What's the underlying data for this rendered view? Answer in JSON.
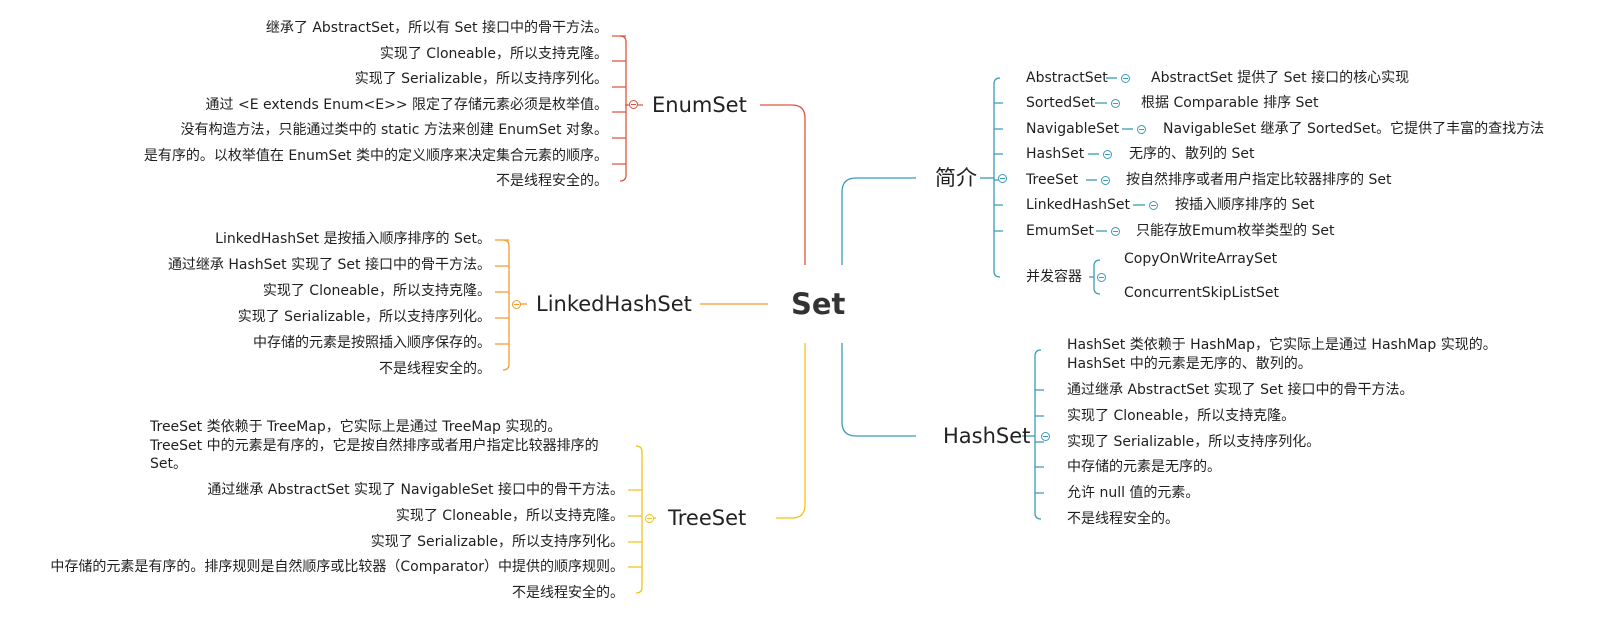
{
  "root": {
    "label": "Set"
  },
  "colors": {
    "enumset": "#e0533c",
    "linkedhashset": "#f39a2c",
    "treeset": "#f2c418",
    "intro": "#3a9cb5",
    "hashset": "#3a9cb5"
  },
  "enumset": {
    "label": "EnumSet",
    "items": [
      "继承了 AbstractSet，所以有 Set 接口中的骨干方法。",
      "实现了 Cloneable，所以支持克隆。",
      "实现了 Serializable，所以支持序列化。",
      "通过 <E extends Enum<E>> 限定了存储元素必须是枚举值。",
      "没有构造方法，只能通过类中的 static 方法来创建 EnumSet 对象。",
      "是有序的。以枚举值在 EnumSet 类中的定义顺序来决定集合元素的顺序。",
      "不是线程安全的。"
    ]
  },
  "linkedhashset": {
    "label": "LinkedHashSet",
    "items": [
      "LinkedHashSet 是按插入顺序排序的 Set。",
      "通过继承 HashSet 实现了 Set 接口中的骨干方法。",
      "实现了 Cloneable，所以支持克隆。",
      "实现了 Serializable，所以支持序列化。",
      "中存储的元素是按照插入顺序保存的。",
      "不是线程安全的。"
    ]
  },
  "treeset": {
    "label": "TreeSet",
    "items": [
      "TreeSet 类依赖于 TreeMap，它实际上是通过 TreeMap 实现的。",
      "TreeSet 中的元素是有序的，它是按自然排序或者用户指定比较器排序的 Set。",
      "通过继承 AbstractSet 实现了 NavigableSet 接口中的骨干方法。",
      "实现了 Cloneable，所以支持克隆。",
      "实现了 Serializable，所以支持序列化。",
      "中存储的元素是有序的。排序规则是自然顺序或比较器（Comparator）中提供的顺序规则。",
      "不是线程安全的。"
    ]
  },
  "intro": {
    "label": "简介",
    "items": [
      {
        "name": "AbstractSet",
        "desc": "AbstractSet 提供了 Set 接口的核心实现"
      },
      {
        "name": "SortedSet",
        "desc": "根据 Comparable 排序 Set"
      },
      {
        "name": "NavigableSet",
        "desc": "NavigableSet  继承了 SortedSet。它提供了丰富的查找方法"
      },
      {
        "name": "HashSet",
        "desc": "无序的、散列的 Set"
      },
      {
        "name": "TreeSet",
        "desc": "按自然排序或者用户指定比较器排序的 Set"
      },
      {
        "name": "LinkedHashSet",
        "desc": "按插入顺序排序的 Set"
      },
      {
        "name": "EmumSet",
        "desc": "只能存放Emum枚举类型的 Set"
      }
    ],
    "concurrent": {
      "name": "并发容器",
      "children": [
        "CopyOnWriteArraySet",
        "ConcurrentSkipListSet"
      ]
    }
  },
  "hashset": {
    "label": "HashSet",
    "items": [
      "HashSet 类依赖于 HashMap，它实际上是通过 HashMap 实现的。",
      "HashSet 中的元素是无序的、散列的。",
      "通过继承 AbstractSet 实现了 Set 接口中的骨干方法。",
      "实现了 Cloneable，所以支持克隆。",
      "实现了 Serializable，所以支持序列化。",
      "中存储的元素是无序的。",
      "允许 null 值的元素。",
      "不是线程安全的。"
    ]
  }
}
